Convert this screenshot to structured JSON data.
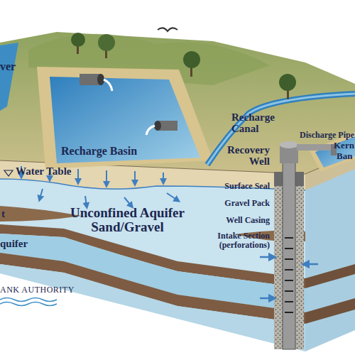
{
  "diagram": {
    "labels": [
      "ver",
      "Recharge Basin",
      "Recharge Canal",
      "Recovery Well",
      "Discharge Pipe",
      "Kern",
      "Ban",
      "Water Table",
      "Surface Seal",
      "t",
      "Gravel Pack",
      "Unconfined Aquifer Sand/Gravel",
      "Well Casing",
      "Intake Section (perforations)",
      "quifer",
      "ANK AUTHORITY"
    ]
  }
}
